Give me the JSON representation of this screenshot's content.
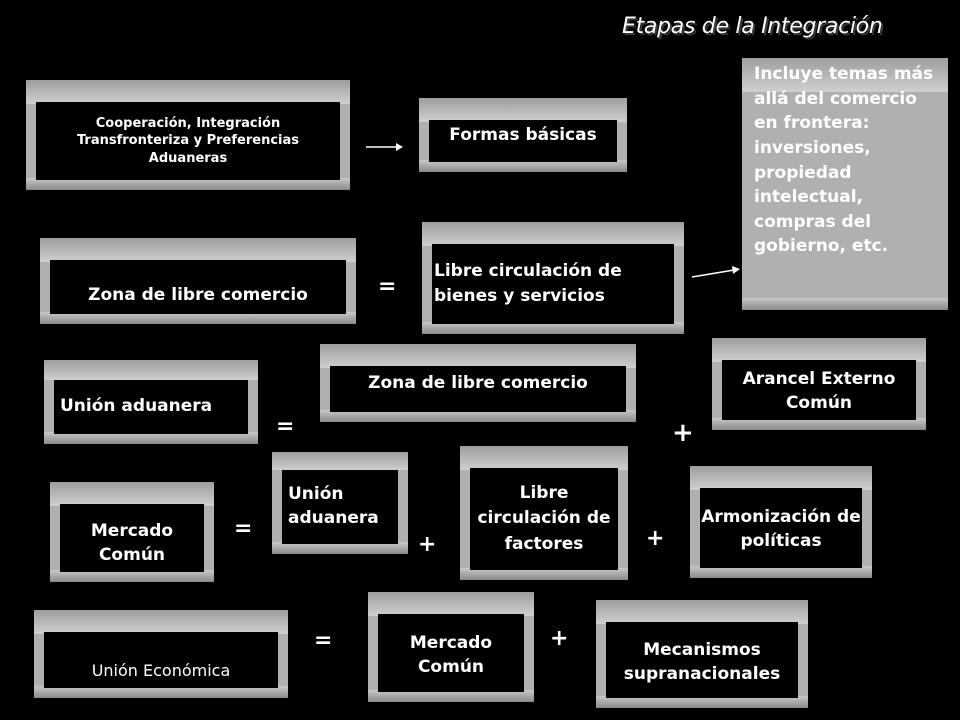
{
  "title": "Etapas de la Integración",
  "boxes": {
    "cooperacion": "Cooperación, Integración Transfronteriza y Preferencias Aduaneras",
    "formas": "Formas básicas",
    "incluye": "Incluye temas más allá del comercio en frontera: inversiones, propiedad intelectual, compras del gobierno, etc.",
    "zona1": "Zona de libre comercio",
    "libre_circ": "Libre circulación de bienes y servicios",
    "union1": "Unión aduanera",
    "zona2": "Zona de libre comercio",
    "arancel": "Arancel Externo Común",
    "mercado1": "Mercado Común",
    "union2": "Unión aduanera",
    "factores": "Libre circulación de factores",
    "armonizacion": "Armonización de políticas",
    "economica": "Unión Económica",
    "mercado2": "Mercado Común",
    "mecanismos": "Mecanismos supranacionales"
  },
  "ops": {
    "eq1": "=",
    "eq2": "=",
    "plus1": "+",
    "eq3": "=",
    "plus2": "+",
    "plus3": "+",
    "eq4": "=",
    "plus4": "+"
  }
}
